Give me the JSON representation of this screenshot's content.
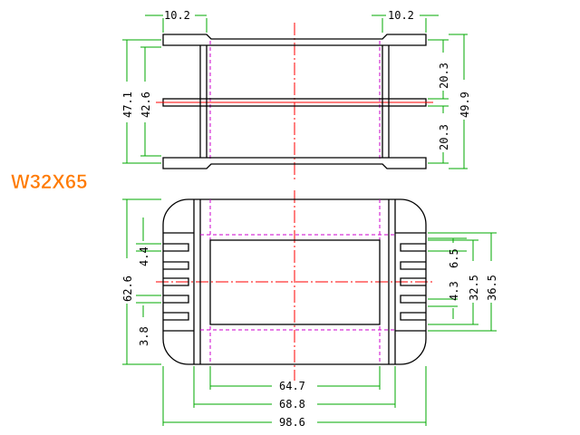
{
  "part_name": "W32X65",
  "colors": {
    "outline": "#000000",
    "dimension": "#00aa00",
    "centerline": "#ff0000",
    "hidden": "#cc00cc",
    "title_fill": "#ff7a00",
    "title_outline": "#ffffff"
  },
  "top_view": {
    "flange_left": "10.2",
    "flange_right": "10.2",
    "height_outer_left": "47.1",
    "height_inner_left": "42.6",
    "height_upper_right": "20.3",
    "height_lower_right": "20.3",
    "height_total_right": "49.9"
  },
  "bottom_view": {
    "height_total_left": "62.6",
    "slot_width_left": "4.4",
    "slot_gap_left": "3.8",
    "slot_width_right": "6.5",
    "gap_right": "4.3",
    "height_inner_right": "32.5",
    "height_outer_right": "36.5",
    "width_inner": "64.7",
    "width_mid": "68.8",
    "width_total": "98.6"
  }
}
